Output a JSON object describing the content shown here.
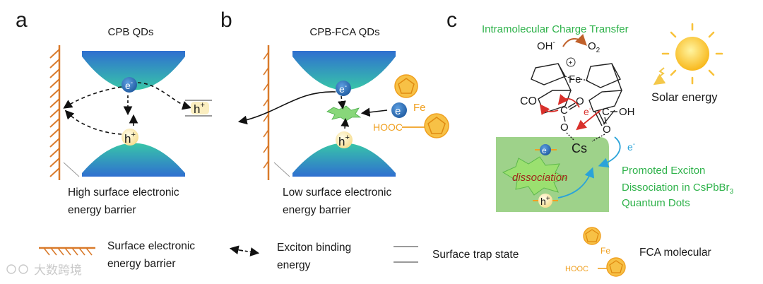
{
  "panels": {
    "a": {
      "letter": "a",
      "title": "CPB QDs",
      "electron": "e",
      "electron_sup": "-",
      "hole": "h",
      "hole_sup": "+",
      "trap_hole": "h",
      "trap_hole_sup": "+",
      "caption_line1": "High surface electronic",
      "caption_line2": "energy barrier"
    },
    "b": {
      "letter": "b",
      "title": "CPB-FCA QDs",
      "electron": "e",
      "electron_sup": "-",
      "hole": "h",
      "hole_sup": "+",
      "fca_electron": "e",
      "fe_label": "Fe",
      "hooc_label": "HOOC",
      "caption_line1": "Low surface electronic",
      "caption_line2": "energy barrier"
    },
    "c": {
      "letter": "c",
      "heading": "Intramolecular Charge Transfer",
      "oh_minus": "OH",
      "oh_sup": "-",
      "o2": "O",
      "o2_sub": "2",
      "fe_center": "Fe",
      "plus_sign": "+",
      "co": "CO",
      "c_atom": "C",
      "o_atom": "O",
      "c_right": "C",
      "oh_right": "OH",
      "e_label_red": "e",
      "e_label_red_sup": "-",
      "o_left": "O",
      "o_right": "O",
      "cs": "Cs",
      "e_label_blue": "e",
      "e_label_blue_sup": "-",
      "electron": "e",
      "hole": "h",
      "hole_sup": "+",
      "dissociation": "dissociation",
      "solar_energy": "Solar energy",
      "promoted_line1": "Promoted Exciton",
      "promoted_line2": "Dissociation in CsPbBr",
      "promoted_sub": "3",
      "promoted_line3": "Quantum Dots"
    }
  },
  "legend": {
    "barrier_line1": "Surface electronic",
    "barrier_line2": "energy barrier",
    "binding_line1": "Exciton binding",
    "binding_line2": "energy",
    "trap": "Surface trap state",
    "fca": "FCA molecular",
    "fca_fe": "Fe",
    "fca_hooc": "HOOC"
  },
  "watermark": "大数跨境",
  "colors": {
    "barrier_orange": "#d97a2b",
    "electron_blue": "#2d6fb5",
    "hole_yellow": "#fbeec0",
    "green_text": "#2eb24a",
    "ferrocene_orange": "#f0a020",
    "qd_green": "#9ed28a",
    "arrow_red": "#d9302b",
    "arrow_blue": "#2aa3d9"
  }
}
